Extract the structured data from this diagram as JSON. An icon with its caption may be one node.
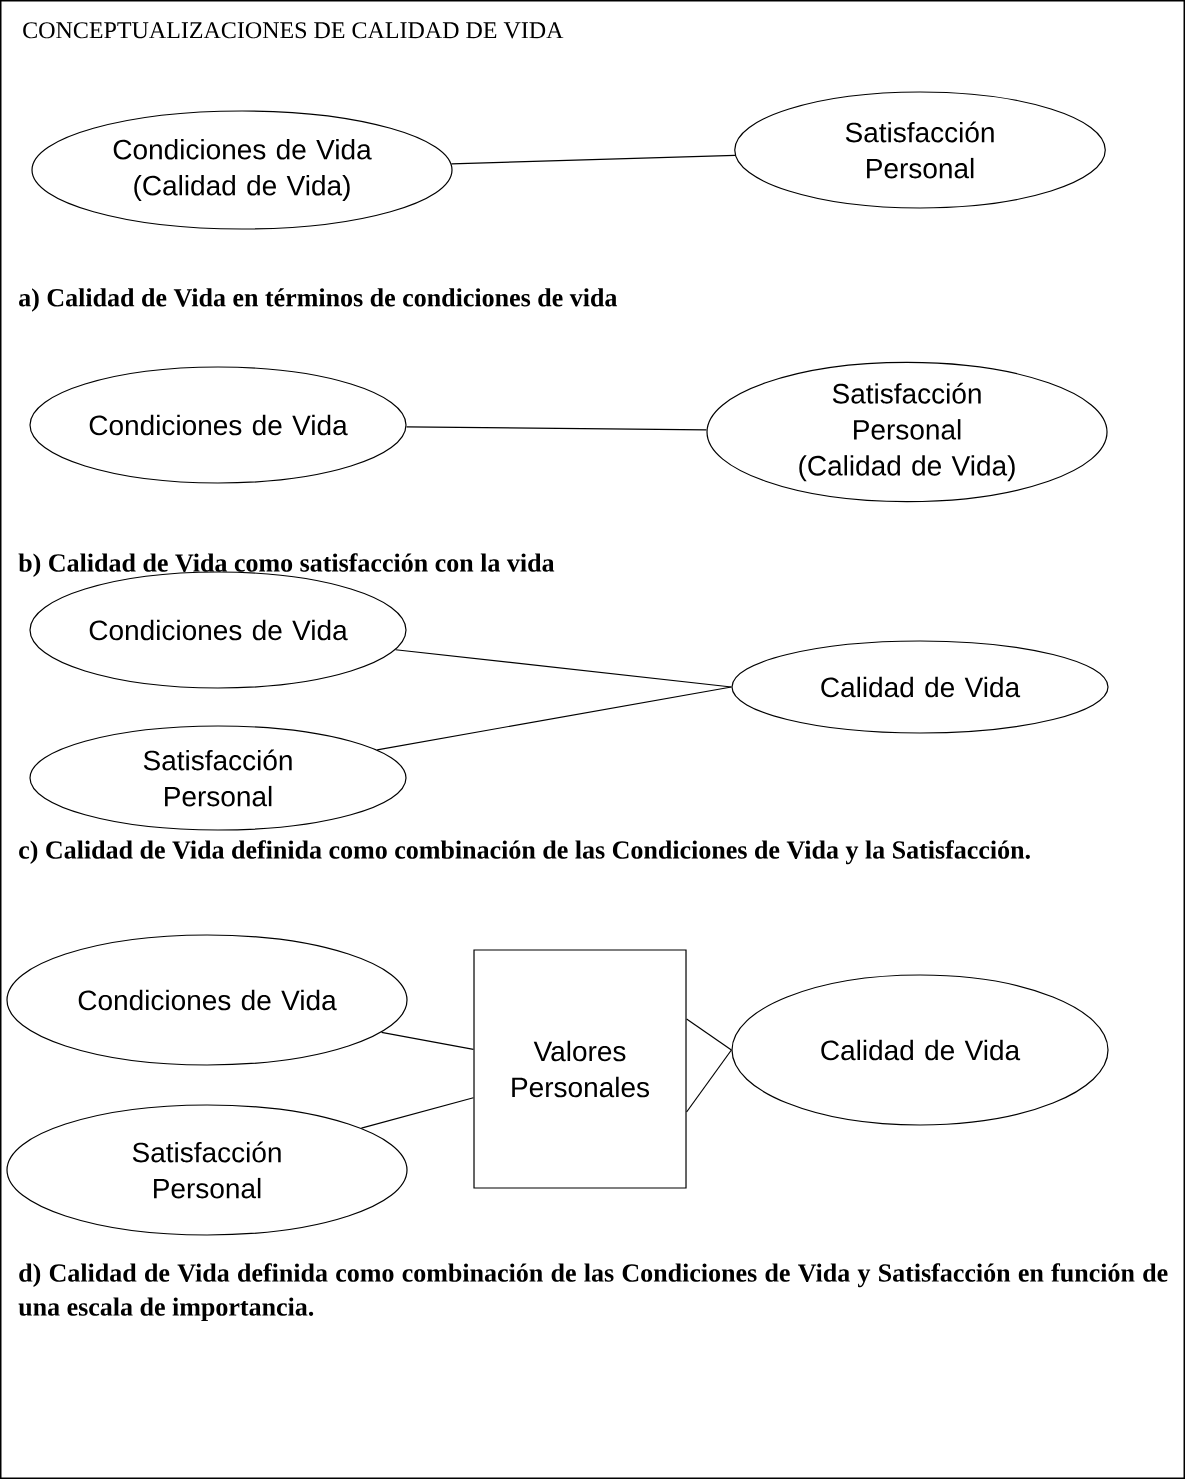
{
  "diagram": {
    "title": "CONCEPTUALIZACIONES DE CALIDAD DE VIDA",
    "nodes": [
      {
        "text": [
          "Condiciones de Vida (Calidad de Vida)"
        ]
      },
      {
        "text": [
          "Satisfacción Personal"
        ]
      },
      {
        "text": [
          "Condiciones de Vida"
        ]
      },
      {
        "text": [
          "Satisfacción Personal (Calidad de Vida)"
        ]
      },
      {
        "text": [
          "Condiciones de Vida"
        ]
      },
      {
        "text": [
          "Calidad de Vida"
        ]
      },
      {
        "text": [
          "Satisfacción Personal"
        ]
      },
      {
        "text": [
          "Condiciones de Vida"
        ]
      },
      {
        "text": [
          "Valores Personales"
        ]
      },
      {
        "text": [
          "Calidad de Vida"
        ]
      },
      {
        "text": [
          "Satisfacción Personal"
        ]
      }
    ],
    "edges": [
      {
        "from": 0,
        "to": 1,
        "arrow": "none"
      },
      {
        "from": 2,
        "to": 3,
        "arrow": "none"
      },
      {
        "from": 4,
        "to": 5,
        "arrow": "none"
      },
      {
        "from": 6,
        "to": 5,
        "arrow": "none"
      },
      {
        "from": 7,
        "to": 8,
        "arrow": "none"
      },
      {
        "from": 10,
        "to": 8,
        "arrow": "none"
      },
      {
        "from": 8,
        "to": 9,
        "arrow": "none"
      },
      {
        "from": 8,
        "to": 9,
        "arrow": "none"
      }
    ],
    "labels": [
      "a) Calidad de Vida en términos de condiciones de vida",
      "b) Calidad de Vida como satisfacción con la vida",
      "c) Calidad de Vida definida como combinación de las Condiciones de Vida y la Satisfacción.",
      "**d) Calidad de Vida definida como combinación de las Condiciones de Vida y Satisfacción en función de una escala de importancia**."
    ]
  }
}
